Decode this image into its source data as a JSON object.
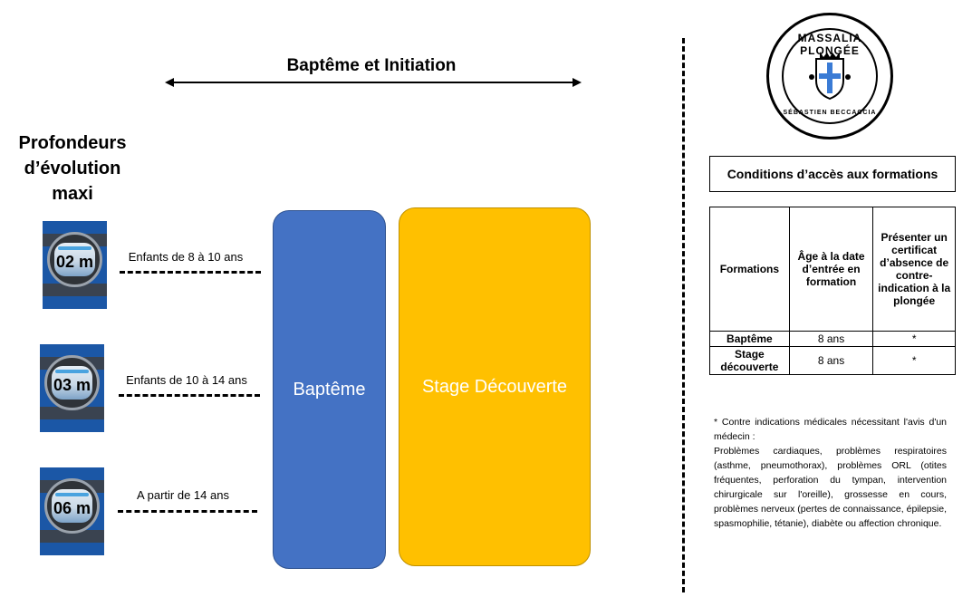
{
  "header": {
    "title": "Baptême et Initiation"
  },
  "depth_heading": "Profondeurs d’évolution maxi",
  "computers": [
    {
      "depth": "02 m",
      "age": "Enfants de 8 à 10 ans"
    },
    {
      "depth": "03 m",
      "age": "Enfants de 10 à 14 ans"
    },
    {
      "depth": "06 m",
      "age": "A partir de 14 ans"
    }
  ],
  "blocks": {
    "bapteme": "Baptême",
    "stage": "Stage Découverte"
  },
  "logo": {
    "top_text": "MASSALIA PLONGÉE",
    "bottom_text": "SÉBASTIEN BECCACCIA"
  },
  "conditions_title": "Conditions d’accès aux formations",
  "table": {
    "headers": [
      "Formations",
      "Âge à la date d’entrée en formation",
      "Présenter un certificat d’absence de contre-indication à la plongée"
    ],
    "rows": [
      [
        "Baptême",
        "8 ans",
        "*"
      ],
      [
        "Stage découverte",
        "8 ans",
        "*"
      ]
    ]
  },
  "note": {
    "intro": "* Contre indications médicales nécessitant l'avis d'un médecin :",
    "body": "Problèmes cardiaques, problèmes respiratoires (asthme, pneumothorax), problèmes ORL (otites fréquentes, perforation du tympan, intervention chirurgicale sur l'oreille), grossesse en cours, problèmes nerveux (pertes de connaissance, épilepsie, spasmophilie, tétanie), diabète ou affection chronique."
  }
}
